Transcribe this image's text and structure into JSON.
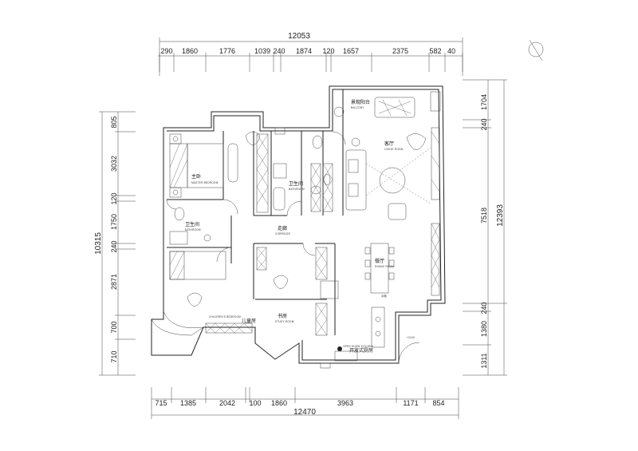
{
  "dimensions": {
    "top_total": "12053",
    "top_segments": [
      "290",
      "1860",
      "1776",
      "1039",
      "240",
      "1874",
      "120",
      "1657",
      "2375",
      "582",
      "40"
    ],
    "bottom_total": "12470",
    "bottom_segments": [
      "715",
      "1385",
      "2042",
      "100",
      "1860",
      "3963",
      "1171",
      "854"
    ],
    "left_total": "10315",
    "left_segments": [
      "805",
      "3032",
      "120",
      "1750",
      "240",
      "2871",
      "700",
      "710"
    ],
    "right_total": "12393",
    "right_inner": "7518",
    "right_segments": [
      "1704",
      "240",
      "240",
      "1380",
      "1311"
    ]
  },
  "rooms": {
    "balcony": {
      "name": "景观阳台",
      "sub": "BALCONY"
    },
    "living": {
      "name": "客厅",
      "sub": "LIVING ROOM"
    },
    "master_bedroom": {
      "name": "主卧",
      "sub": "MASTER BEDROOM"
    },
    "master_bath": {
      "name": "卫生间",
      "sub": "BATHROOM"
    },
    "bath2": {
      "name": "卫生间",
      "sub": "BATHROOM"
    },
    "corridor": {
      "name": "走廊",
      "sub": "CORRIDOR"
    },
    "dining": {
      "name": "餐厅",
      "sub": "DINING ROOM"
    },
    "childrens": {
      "name": "儿童房",
      "sub": "CHILDREN'S BEDROOM"
    },
    "study": {
      "name": "书房",
      "sub": "STUDY ROOM"
    },
    "kitchen": {
      "name": "开放式厨房",
      "sub": "OPEN SHOW KITCHEN"
    },
    "fridge_label": "冰箱",
    "elevation_mark": "+2100"
  }
}
